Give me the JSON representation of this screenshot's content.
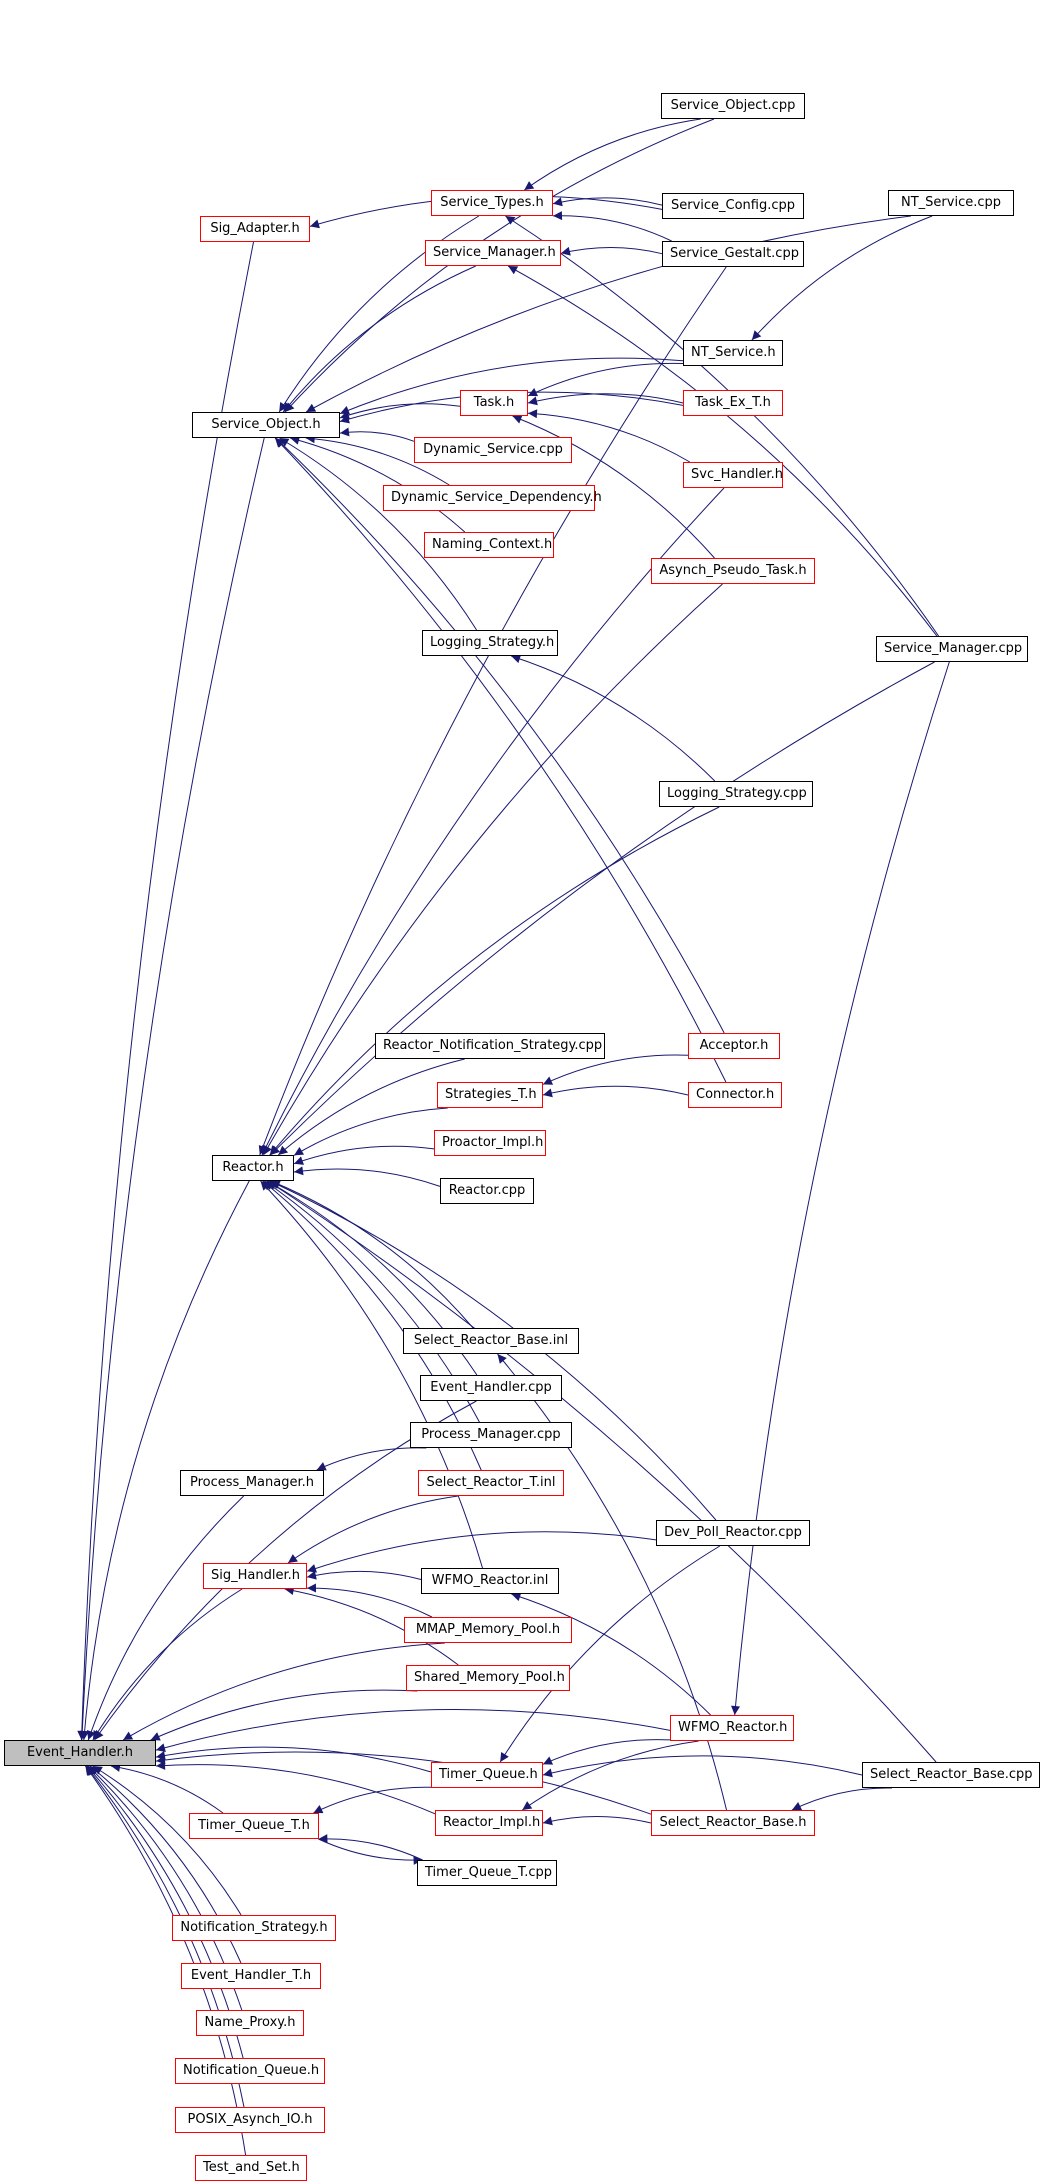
{
  "diagram": {
    "colors": {
      "edge": "#191970",
      "border_documented": "#000000",
      "border_undocumented": "#ff0000",
      "root_fill": "#bfbfbf"
    },
    "root": "Event_Handler.h",
    "nodes": [
      {
        "id": "event_handler_h",
        "label": "Event_Handler.h",
        "style": "root"
      },
      {
        "id": "sig_adapter_h",
        "label": "Sig_Adapter.h",
        "style": "red"
      },
      {
        "id": "service_object_h",
        "label": "Service_Object.h",
        "style": "black"
      },
      {
        "id": "reactor_h",
        "label": "Reactor.h",
        "style": "black"
      },
      {
        "id": "process_manager_h",
        "label": "Process_Manager.h",
        "style": "black"
      },
      {
        "id": "sig_handler_h",
        "label": "Sig_Handler.h",
        "style": "red"
      },
      {
        "id": "timer_queue_t_h",
        "label": "Timer_Queue_T.h",
        "style": "red"
      },
      {
        "id": "notification_strategy_h",
        "label": "Notification_Strategy.h",
        "style": "red"
      },
      {
        "id": "event_handler_t_h",
        "label": "Event_Handler_T.h",
        "style": "red"
      },
      {
        "id": "name_proxy_h",
        "label": "Name_Proxy.h",
        "style": "red"
      },
      {
        "id": "notification_queue_h",
        "label": "Notification_Queue.h",
        "style": "red"
      },
      {
        "id": "posix_asynch_io_h",
        "label": "POSIX_Asynch_IO.h",
        "style": "red"
      },
      {
        "id": "test_and_set_h",
        "label": "Test_and_Set.h",
        "style": "red"
      },
      {
        "id": "service_types_h",
        "label": "Service_Types.h",
        "style": "red"
      },
      {
        "id": "service_manager_h",
        "label": "Service_Manager.h",
        "style": "red"
      },
      {
        "id": "task_h",
        "label": "Task.h",
        "style": "red"
      },
      {
        "id": "dynamic_service_cpp",
        "label": "Dynamic_Service.cpp",
        "style": "red"
      },
      {
        "id": "dynamic_service_dependency_h",
        "label": "Dynamic_Service_Dependency.h",
        "style": "red"
      },
      {
        "id": "naming_context_h",
        "label": "Naming_Context.h",
        "style": "red"
      },
      {
        "id": "logging_strategy_h",
        "label": "Logging_Strategy.h",
        "style": "black"
      },
      {
        "id": "reactor_notification_strategy_cpp",
        "label": "Reactor_Notification_Strategy.cpp",
        "style": "black"
      },
      {
        "id": "strategies_t_h",
        "label": "Strategies_T.h",
        "style": "red"
      },
      {
        "id": "proactor_impl_h",
        "label": "Proactor_Impl.h",
        "style": "red"
      },
      {
        "id": "reactor_cpp",
        "label": "Reactor.cpp",
        "style": "black"
      },
      {
        "id": "select_reactor_base_inl",
        "label": "Select_Reactor_Base.inl",
        "style": "black"
      },
      {
        "id": "event_handler_cpp",
        "label": "Event_Handler.cpp",
        "style": "black"
      },
      {
        "id": "process_manager_cpp",
        "label": "Process_Manager.cpp",
        "style": "black"
      },
      {
        "id": "select_reactor_t_inl",
        "label": "Select_Reactor_T.inl",
        "style": "red"
      },
      {
        "id": "wfmo_reactor_inl",
        "label": "WFMO_Reactor.inl",
        "style": "black"
      },
      {
        "id": "mmap_memory_pool_h",
        "label": "MMAP_Memory_Pool.h",
        "style": "red"
      },
      {
        "id": "shared_memory_pool_h",
        "label": "Shared_Memory_Pool.h",
        "style": "red"
      },
      {
        "id": "timer_queue_h",
        "label": "Timer_Queue.h",
        "style": "red"
      },
      {
        "id": "reactor_impl_h",
        "label": "Reactor_Impl.h",
        "style": "red"
      },
      {
        "id": "timer_queue_t_cpp",
        "label": "Timer_Queue_T.cpp",
        "style": "black"
      },
      {
        "id": "service_object_cpp",
        "label": "Service_Object.cpp",
        "style": "black"
      },
      {
        "id": "service_config_cpp",
        "label": "Service_Config.cpp",
        "style": "black"
      },
      {
        "id": "service_gestalt_cpp",
        "label": "Service_Gestalt.cpp",
        "style": "black"
      },
      {
        "id": "nt_service_h",
        "label": "NT_Service.h",
        "style": "black"
      },
      {
        "id": "task_ex_t_h",
        "label": "Task_Ex_T.h",
        "style": "red"
      },
      {
        "id": "svc_handler_h",
        "label": "Svc_Handler.h",
        "style": "red"
      },
      {
        "id": "asynch_pseudo_task_h",
        "label": "Asynch_Pseudo_Task.h",
        "style": "red"
      },
      {
        "id": "logging_strategy_cpp",
        "label": "Logging_Strategy.cpp",
        "style": "black"
      },
      {
        "id": "acceptor_h",
        "label": "Acceptor.h",
        "style": "red"
      },
      {
        "id": "connector_h",
        "label": "Connector.h",
        "style": "red"
      },
      {
        "id": "dev_poll_reactor_cpp",
        "label": "Dev_Poll_Reactor.cpp",
        "style": "black"
      },
      {
        "id": "wfmo_reactor_h",
        "label": "WFMO_Reactor.h",
        "style": "red"
      },
      {
        "id": "select_reactor_base_h",
        "label": "Select_Reactor_Base.h",
        "style": "red"
      },
      {
        "id": "nt_service_cpp",
        "label": "NT_Service.cpp",
        "style": "black"
      },
      {
        "id": "service_manager_cpp",
        "label": "Service_Manager.cpp",
        "style": "black"
      },
      {
        "id": "select_reactor_base_cpp",
        "label": "Select_Reactor_Base.cpp",
        "style": "black"
      }
    ],
    "edges": [
      [
        "sig_adapter_h",
        "event_handler_h"
      ],
      [
        "service_object_h",
        "event_handler_h"
      ],
      [
        "reactor_h",
        "event_handler_h"
      ],
      [
        "event_handler_cpp",
        "event_handler_h"
      ],
      [
        "process_manager_h",
        "event_handler_h"
      ],
      [
        "sig_handler_h",
        "event_handler_h"
      ],
      [
        "mmap_memory_pool_h",
        "event_handler_h"
      ],
      [
        "shared_memory_pool_h",
        "event_handler_h"
      ],
      [
        "wfmo_reactor_h",
        "event_handler_h"
      ],
      [
        "timer_queue_h",
        "event_handler_h"
      ],
      [
        "reactor_impl_h",
        "event_handler_h"
      ],
      [
        "timer_queue_t_h",
        "event_handler_h"
      ],
      [
        "select_reactor_base_h",
        "event_handler_h"
      ],
      [
        "notification_strategy_h",
        "event_handler_h"
      ],
      [
        "event_handler_t_h",
        "event_handler_h"
      ],
      [
        "name_proxy_h",
        "event_handler_h"
      ],
      [
        "notification_queue_h",
        "event_handler_h"
      ],
      [
        "posix_asynch_io_h",
        "event_handler_h"
      ],
      [
        "test_and_set_h",
        "event_handler_h"
      ],
      [
        "service_config_cpp",
        "sig_adapter_h"
      ],
      [
        "service_types_h",
        "service_object_h"
      ],
      [
        "service_manager_h",
        "service_object_h"
      ],
      [
        "task_h",
        "service_object_h"
      ],
      [
        "dynamic_service_cpp",
        "service_object_h"
      ],
      [
        "dynamic_service_dependency_h",
        "service_object_h"
      ],
      [
        "naming_context_h",
        "service_object_h"
      ],
      [
        "logging_strategy_h",
        "service_object_h"
      ],
      [
        "service_object_cpp",
        "service_object_h"
      ],
      [
        "nt_service_h",
        "service_object_h"
      ],
      [
        "task_ex_t_h",
        "service_object_h"
      ],
      [
        "nt_service_cpp",
        "service_object_h"
      ],
      [
        "acceptor_h",
        "service_object_h"
      ],
      [
        "connector_h",
        "service_object_h"
      ],
      [
        "service_object_cpp",
        "service_types_h"
      ],
      [
        "service_config_cpp",
        "service_types_h"
      ],
      [
        "service_gestalt_cpp",
        "service_types_h"
      ],
      [
        "service_manager_cpp",
        "service_types_h"
      ],
      [
        "service_gestalt_cpp",
        "service_manager_h"
      ],
      [
        "service_manager_cpp",
        "service_manager_h"
      ],
      [
        "nt_service_h",
        "task_h"
      ],
      [
        "task_ex_t_h",
        "task_h"
      ],
      [
        "svc_handler_h",
        "task_h"
      ],
      [
        "asynch_pseudo_task_h",
        "task_h"
      ],
      [
        "nt_service_cpp",
        "nt_service_h"
      ],
      [
        "logging_strategy_cpp",
        "logging_strategy_h"
      ],
      [
        "service_gestalt_cpp",
        "reactor_h"
      ],
      [
        "svc_handler_h",
        "reactor_h"
      ],
      [
        "asynch_pseudo_task_h",
        "reactor_h"
      ],
      [
        "logging_strategy_cpp",
        "reactor_h"
      ],
      [
        "service_manager_cpp",
        "reactor_h"
      ],
      [
        "reactor_notification_strategy_cpp",
        "reactor_h"
      ],
      [
        "strategies_t_h",
        "reactor_h"
      ],
      [
        "proactor_impl_h",
        "reactor_h"
      ],
      [
        "reactor_cpp",
        "reactor_h"
      ],
      [
        "select_reactor_base_cpp",
        "reactor_h"
      ],
      [
        "dev_poll_reactor_cpp",
        "reactor_h"
      ],
      [
        "select_reactor_base_inl",
        "reactor_h"
      ],
      [
        "event_handler_cpp",
        "reactor_h"
      ],
      [
        "process_manager_cpp",
        "reactor_h"
      ],
      [
        "select_reactor_t_inl",
        "reactor_h"
      ],
      [
        "wfmo_reactor_inl",
        "reactor_h"
      ],
      [
        "acceptor_h",
        "strategies_t_h"
      ],
      [
        "connector_h",
        "strategies_t_h"
      ],
      [
        "select_reactor_base_h",
        "select_reactor_base_inl"
      ],
      [
        "process_manager_cpp",
        "process_manager_h"
      ],
      [
        "select_reactor_t_inl",
        "sig_handler_h"
      ],
      [
        "dev_poll_reactor_cpp",
        "sig_handler_h"
      ],
      [
        "wfmo_reactor_inl",
        "sig_handler_h"
      ],
      [
        "mmap_memory_pool_h",
        "sig_handler_h"
      ],
      [
        "shared_memory_pool_h",
        "sig_handler_h"
      ],
      [
        "wfmo_reactor_h",
        "wfmo_reactor_inl"
      ],
      [
        "service_manager_cpp",
        "wfmo_reactor_h"
      ],
      [
        "dev_poll_reactor_cpp",
        "timer_queue_h"
      ],
      [
        "wfmo_reactor_h",
        "timer_queue_h"
      ],
      [
        "select_reactor_base_cpp",
        "timer_queue_h"
      ],
      [
        "wfmo_reactor_h",
        "reactor_impl_h"
      ],
      [
        "select_reactor_base_h",
        "reactor_impl_h"
      ],
      [
        "select_reactor_base_cpp",
        "select_reactor_base_h"
      ],
      [
        "timer_queue_h",
        "timer_queue_t_h"
      ],
      [
        "timer_queue_t_cpp",
        "timer_queue_t_h"
      ],
      [
        "timer_queue_t_h",
        "timer_queue_t_cpp"
      ]
    ]
  }
}
